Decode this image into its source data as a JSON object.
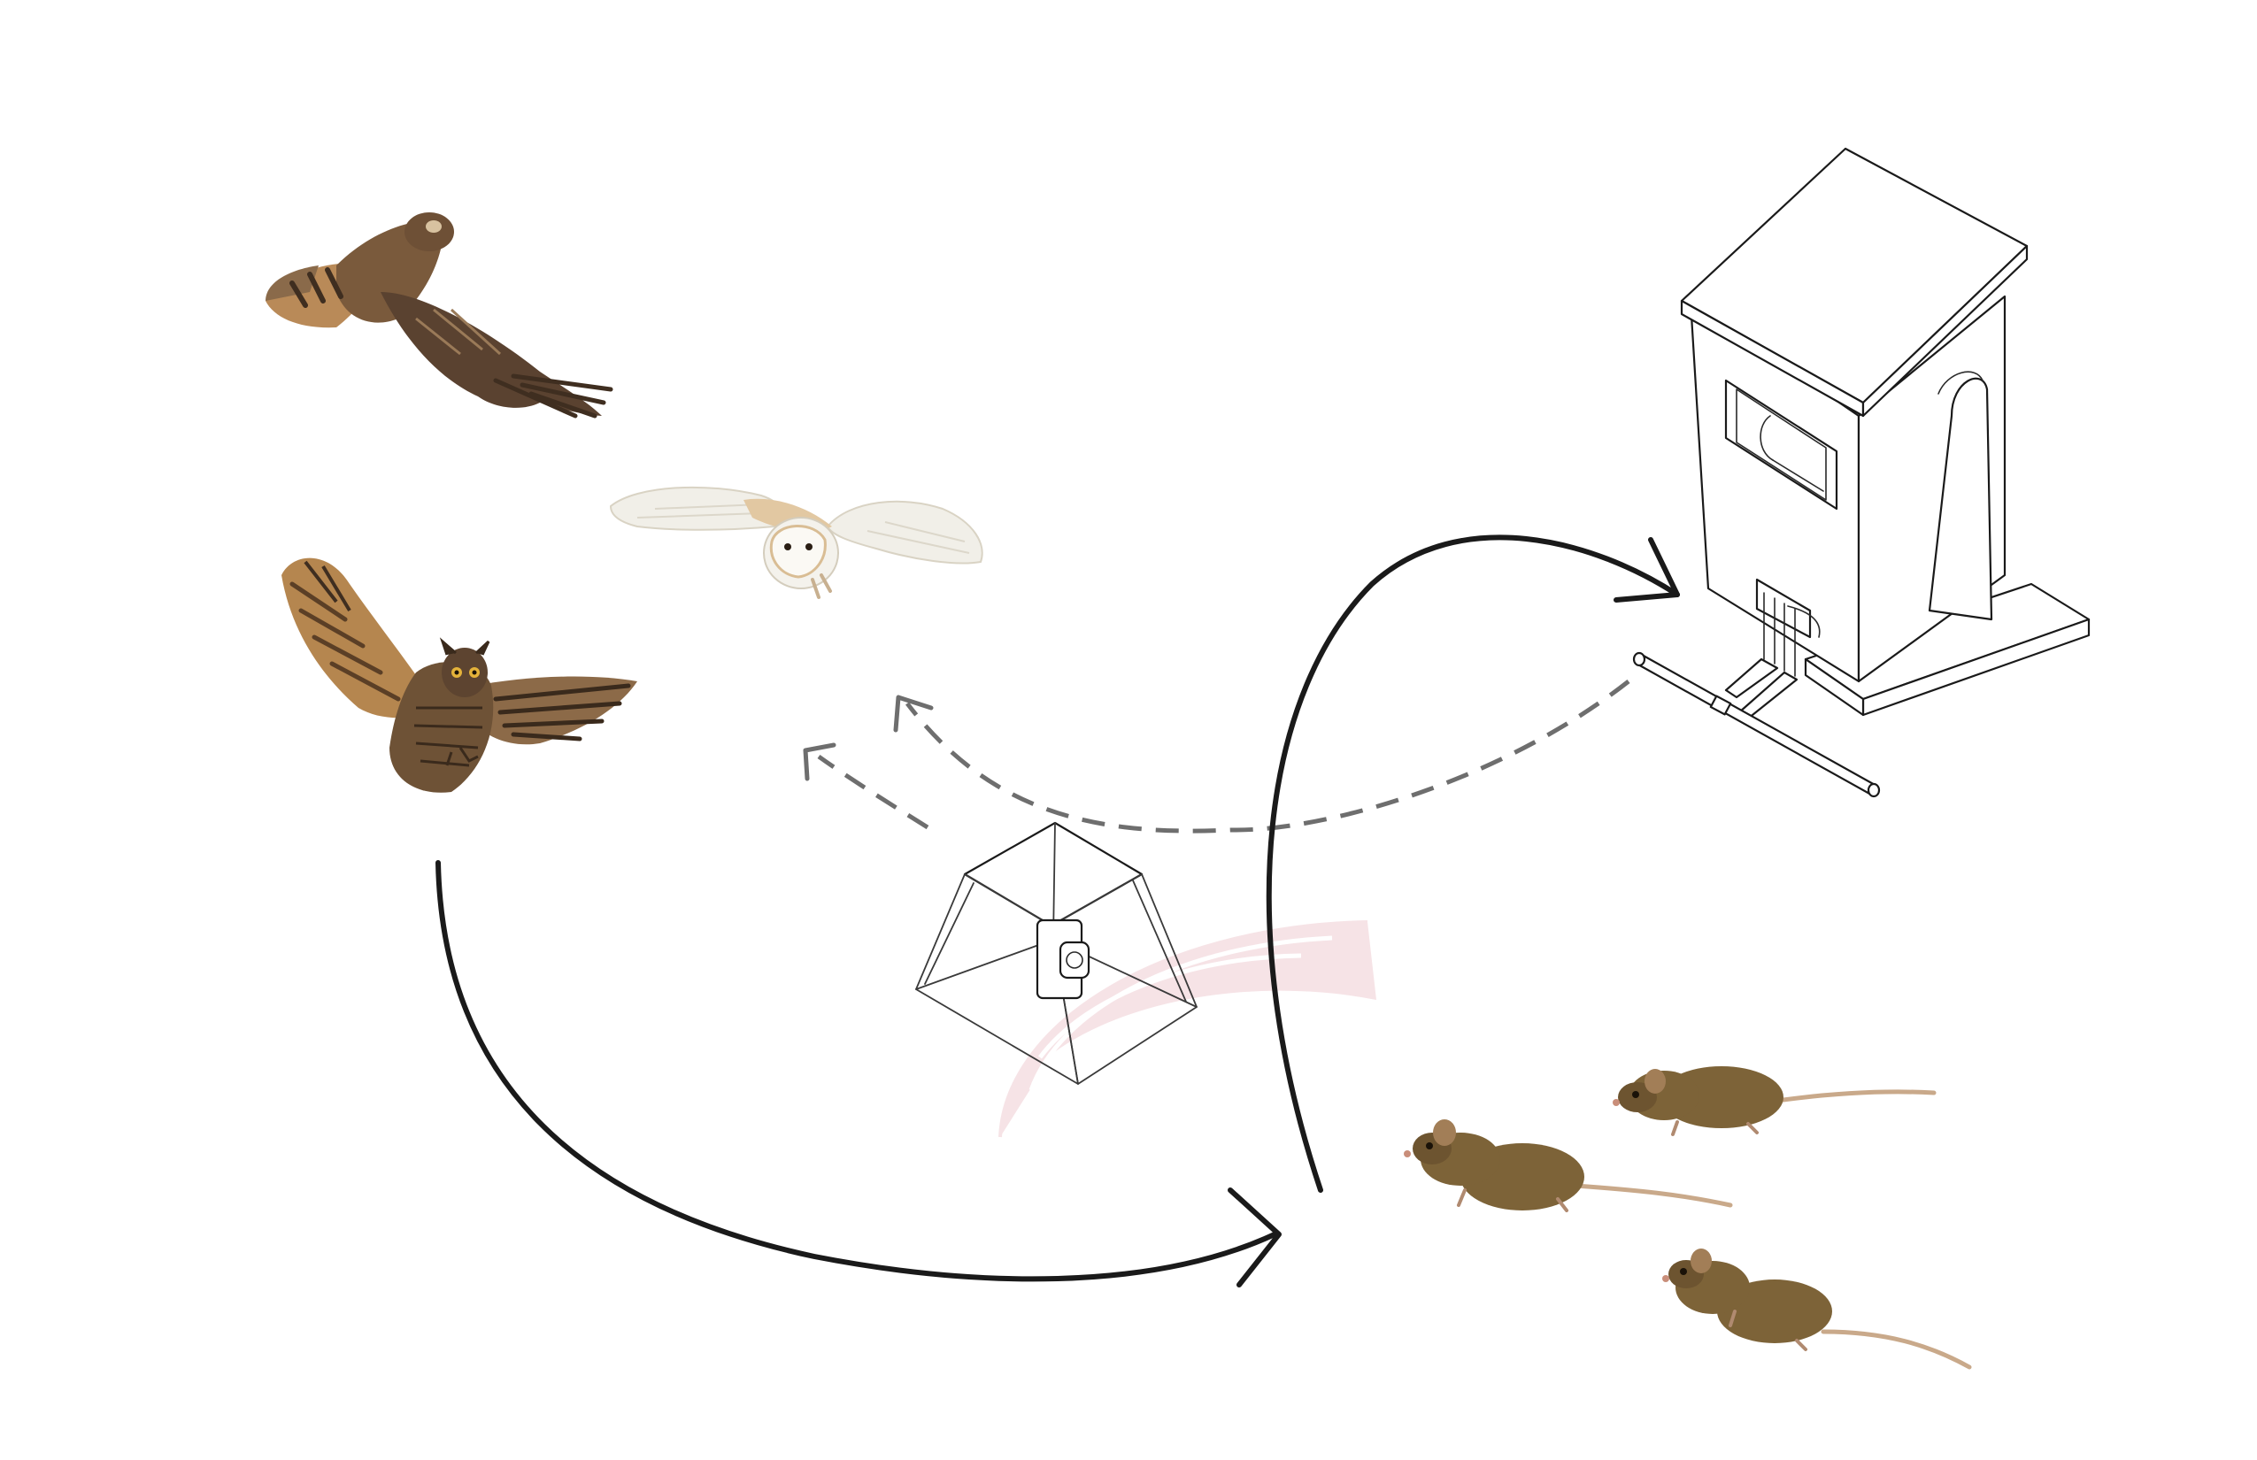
{
  "colors": {
    "background": "#ffffff",
    "solid_arrow": "#1a1a1a",
    "dashed_arrow": "#6e6e6e",
    "signal_zone": "#f6e3e6",
    "signal_rings": "#ffffff",
    "owl_brown": "#7a5a3c",
    "owl_dark": "#3f2e20",
    "owl_wing_light": "#c89a64",
    "barn_owl_white": "#f4f2ec",
    "barn_owl_buff": "#e2c8a2",
    "mouse_brown": "#7d6338",
    "mouse_dark": "#5a4526",
    "mouse_tail": "#c9a98a"
  },
  "icons": [
    "great-horned-owl-soaring",
    "great-horned-owl-landing",
    "barn-owl-flying",
    "ultrasonic-sensor-box",
    "rodent-bait-station-dispenser",
    "mouse"
  ]
}
